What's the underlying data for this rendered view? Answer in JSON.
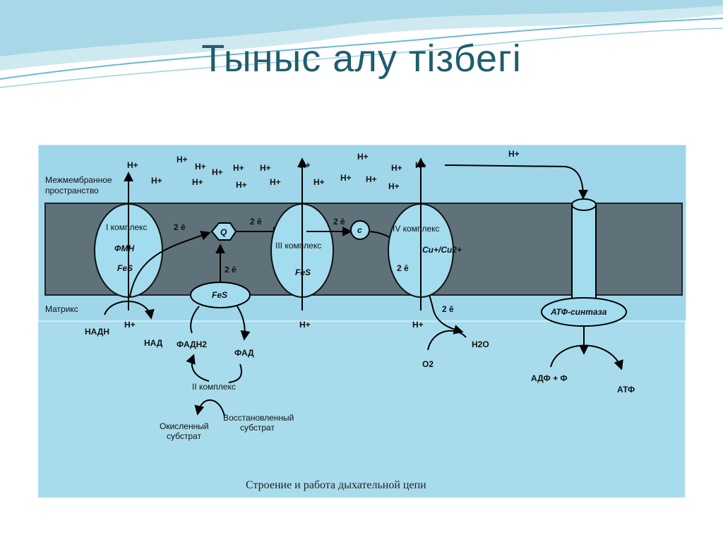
{
  "slide": {
    "title": "Тыныс алу тізбегі"
  },
  "diagram": {
    "regions": {
      "intermembrane": [
        "Межмембранное",
        "пространство"
      ],
      "matrix": "Матрикс"
    },
    "h_plus": "H+",
    "two_e": "2 ē",
    "complex_1": {
      "name": "I комплекс",
      "fmn": "ФМН",
      "fes": "FeS"
    },
    "complex_2": {
      "name": "II комплекс",
      "fes": "FeS"
    },
    "complex_3": {
      "name": "III комплекс",
      "fes": "FeS"
    },
    "complex_4": {
      "name": "IV комплекс",
      "copper": "Cu+/Cu2+"
    },
    "q": "Q",
    "c": "c",
    "nadh": "НАДН",
    "nad": "НАД",
    "fadh2": "ФАДН2",
    "fad": "ФАД",
    "oxidized_substrate": [
      "Окисленный",
      "субстрат"
    ],
    "reduced_substrate": [
      "Восстановленный",
      "субстрат"
    ],
    "o2": "O2",
    "h2o": "H2O",
    "atp_synthase": "АТФ-синтаза",
    "adp_p": "АДФ + Ф",
    "atp": "АТФ",
    "caption": "Строение и работа дыхательной цепи"
  }
}
